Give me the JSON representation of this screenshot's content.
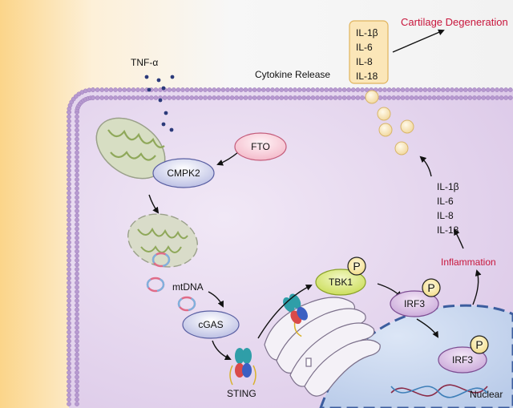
{
  "extracellular": {
    "stimulus": "TNF-α",
    "release_label": "Cytokine Release",
    "outcome": "Cartilage Degeneration",
    "released_cytokines": [
      "IL-1β",
      "IL-6",
      "IL-8",
      "IL-18"
    ]
  },
  "intracellular": {
    "fto": "FTO",
    "cmpk2": "CMPK2",
    "mtdna": "mtDNA",
    "cgas": "cGAS",
    "sting": "STING",
    "tbk1": "TBK1",
    "irf3": "IRF3",
    "irf3_nuclear": "IRF3",
    "phospho": "P",
    "inflammation": "Inflammation",
    "cytokines": [
      "IL-1β",
      "IL-6",
      "IL-8",
      "IL-18"
    ]
  },
  "nucleus_label": "Nuclear",
  "colors": {
    "inflammation": "#c8163c",
    "cell": "#e6d9ef",
    "membrane": "#b79ad0",
    "mitochondria": "#d6dcc0",
    "cytokine_box": "#fbe6b8"
  }
}
